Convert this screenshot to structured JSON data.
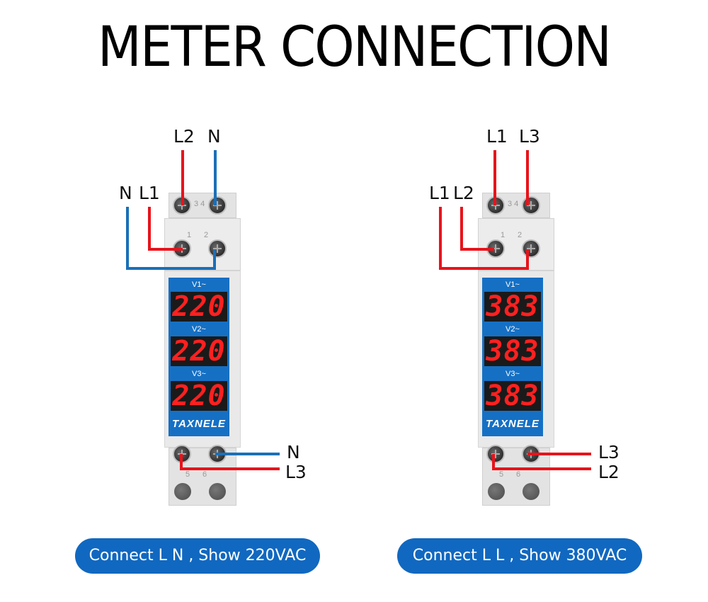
{
  "title": "METER CONNECTION",
  "colors": {
    "line_wire": "#e8131b",
    "neutral_wire": "#1a6fb8",
    "panel_blue": "#1570c4",
    "pill_blue": "#1168c0",
    "display_red": "#ff2020"
  },
  "left_diagram": {
    "top_labels": [
      "L2",
      "N"
    ],
    "side_labels": [
      "N",
      "L1"
    ],
    "bottom_labels": [
      "N",
      "L3"
    ],
    "terminal_numbers": {
      "top": "3 4",
      "mid_left": "1",
      "mid_right": "2",
      "bot_left": "5",
      "bot_right": "6"
    },
    "displays": [
      {
        "label": "V1~",
        "value": "220"
      },
      {
        "label": "V2~",
        "value": "220"
      },
      {
        "label": "V3~",
        "value": "220"
      }
    ],
    "brand": "TAXNELE",
    "caption": "Connect L N , Show 220VAC"
  },
  "right_diagram": {
    "top_labels": [
      "L1",
      "L3"
    ],
    "side_labels": [
      "L1",
      "L2"
    ],
    "bottom_labels": [
      "L3",
      "L2"
    ],
    "terminal_numbers": {
      "top": "3 4",
      "mid_left": "1",
      "mid_right": "2",
      "bot_left": "5",
      "bot_right": "6"
    },
    "displays": [
      {
        "label": "V1~",
        "value": "383"
      },
      {
        "label": "V2~",
        "value": "383"
      },
      {
        "label": "V3~",
        "value": "383"
      }
    ],
    "brand": "TAXNELE",
    "caption": "Connect L L , Show 380VAC"
  }
}
